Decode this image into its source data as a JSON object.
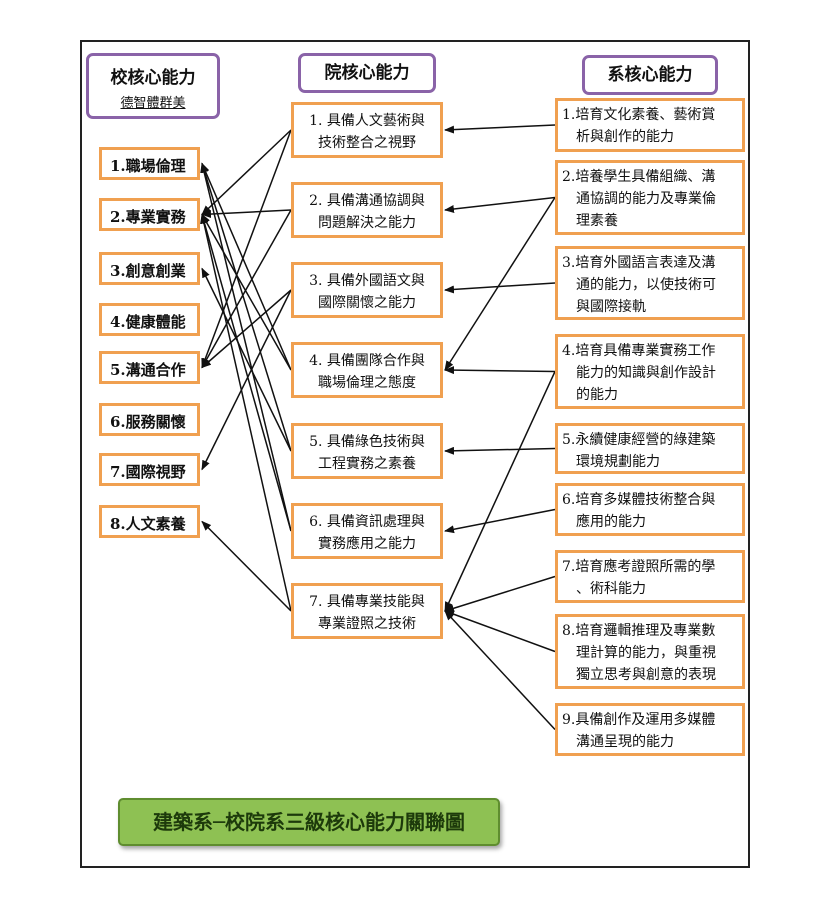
{
  "headers": {
    "school": "校核心能力",
    "school_sub": "德智體群美",
    "college": "院核心能力",
    "dept": "系核心能力"
  },
  "school_items": [
    "1.職場倫理",
    "2.專業實務",
    "3.創意創業",
    "4.健康體能",
    "5.溝通合作",
    "6.服務關懷",
    "7.國際視野",
    "8.人文素養"
  ],
  "college_items": [
    {
      "line1": "1.  具備人文藝術與",
      "line2": "技術整合之視野"
    },
    {
      "line1": "2.  具備溝通協調與",
      "line2": "問題解決之能力"
    },
    {
      "line1": "3.  具備外國語文與",
      "line2": "國際關懷之能力"
    },
    {
      "line1": "4.  具備團隊合作與",
      "line2": "職場倫理之態度"
    },
    {
      "line1": "5.  具備綠色技術與",
      "line2": "工程實務之素養"
    },
    {
      "line1": "6.  具備資訊處理與",
      "line2": "實務應用之能力"
    },
    {
      "line1": "7.  具備專業技能與",
      "line2": "專業證照之技術"
    }
  ],
  "dept_items": [
    {
      "lines": [
        "1.培育文化素養、藝術賞",
        "析與創作的能力"
      ]
    },
    {
      "lines": [
        "2.培養學生具備組織、溝",
        "通協調的能力及專業倫",
        "理素養"
      ]
    },
    {
      "lines": [
        "3.培育外國語言表達及溝",
        "通的能力，以使技術可",
        "與國際接軌"
      ]
    },
    {
      "lines": [
        "4.培育具備專業實務工作",
        "能力的知識與創作設計",
        "的能力"
      ]
    },
    {
      "lines": [
        "5.永續健康經營的綠建築",
        "環境規劃能力"
      ]
    },
    {
      "lines": [
        "6.培育多媒體技術整合與",
        "應用的能力"
      ]
    },
    {
      "lines": [
        "7.培育應考證照所需的學",
        "、術科能力"
      ]
    },
    {
      "lines": [
        "8.培育邏輯推理及專業數",
        "理計算的能力，與重視",
        "獨立思考與創意的表現"
      ]
    },
    {
      "lines": [
        "9.具備創作及運用多媒體",
        "溝通呈現的能力"
      ]
    }
  ],
  "links_dept_to_college": [
    [
      1,
      1
    ],
    [
      2,
      2
    ],
    [
      3,
      3
    ],
    [
      4,
      4
    ],
    [
      2,
      4
    ],
    [
      5,
      5
    ],
    [
      6,
      6
    ],
    [
      4,
      7
    ],
    [
      7,
      7
    ],
    [
      8,
      7
    ],
    [
      9,
      7
    ]
  ],
  "links_college_to_school": [
    [
      1,
      2
    ],
    [
      1,
      5
    ],
    [
      2,
      2
    ],
    [
      2,
      5
    ],
    [
      3,
      7
    ],
    [
      3,
      5
    ],
    [
      4,
      2
    ],
    [
      4,
      1
    ],
    [
      5,
      1
    ],
    [
      5,
      3
    ],
    [
      6,
      1
    ],
    [
      6,
      2
    ],
    [
      7,
      8
    ],
    [
      7,
      2
    ]
  ],
  "title": "建築系─校院系三級核心能力關聯圖"
}
